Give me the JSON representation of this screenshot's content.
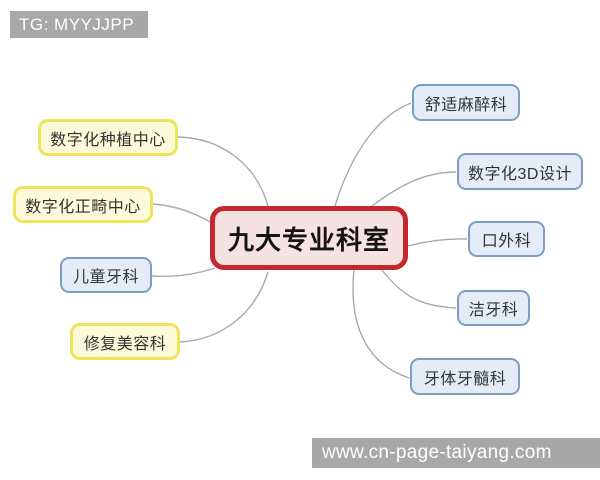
{
  "watermarks": {
    "top_left": "TG: MYYJJPP",
    "bottom_right": "www.cn-page-taiyang.com"
  },
  "mindmap": {
    "center": {
      "label": "九大专业科室"
    },
    "nodes": [
      {
        "label": "数字化种植中心",
        "style": "yellow",
        "side": "left"
      },
      {
        "label": "数字化正畸中心",
        "style": "yellow",
        "side": "left"
      },
      {
        "label": "儿童牙科",
        "style": "blue",
        "side": "left"
      },
      {
        "label": "修复美容科",
        "style": "yellow",
        "side": "left"
      },
      {
        "label": "舒适麻醉科",
        "style": "blue",
        "side": "right"
      },
      {
        "label": "数字化3D设计",
        "style": "blue",
        "side": "right"
      },
      {
        "label": "口外科",
        "style": "blue",
        "side": "right"
      },
      {
        "label": "洁牙科",
        "style": "blue",
        "side": "right"
      },
      {
        "label": "牙体牙髓科",
        "style": "blue",
        "side": "right"
      }
    ]
  },
  "colors": {
    "center_border": "#c5272d",
    "center_fill": "#f6e2e3",
    "yellow_border": "#eee45c",
    "yellow_fill": "#fcfad8",
    "blue_border": "#7e9dc3",
    "blue_fill": "#e4edf7",
    "connector_line": "#a3aab6",
    "watermark_bg": "#a8a8a8",
    "watermark_text": "#ffffff",
    "background": "#ffffff"
  }
}
